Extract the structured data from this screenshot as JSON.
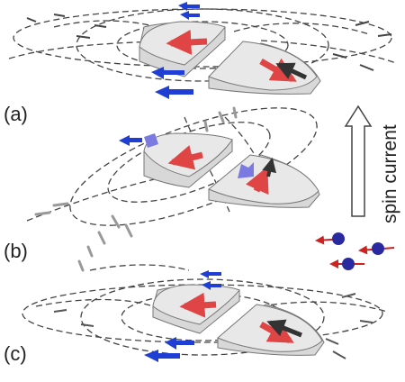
{
  "panels": [
    {
      "label": "(a)"
    },
    {
      "label": "(b)"
    },
    {
      "label": "(c)"
    }
  ],
  "spin_current_label": "spin current",
  "colors": {
    "red_arrow": "#e04545",
    "blue_arrow": "#1f3fd4",
    "light_blue_arrow": "#7a7ae0",
    "dark_arrow": "#333333",
    "disk_fill": "#e4e4e4",
    "disk_edge": "#777777",
    "field_line": "#444444",
    "electron": "#2a2aa0",
    "electron_spin": "#cc2222"
  }
}
